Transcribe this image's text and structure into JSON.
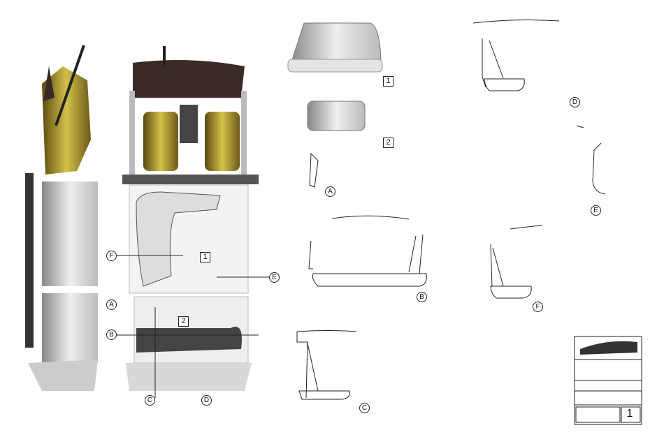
{
  "section_labels": {
    "A": "A",
    "B": "B",
    "C": "C",
    "D": "D",
    "E": "E",
    "F": "F"
  },
  "view_numbers": {
    "one": "1",
    "two": "2"
  },
  "title_block": {
    "sheet_number": "1"
  },
  "colors": {
    "seat_gold": "#a8962e",
    "dash_brown": "#3a2a28",
    "shell_gray": "#d8d8d8"
  }
}
